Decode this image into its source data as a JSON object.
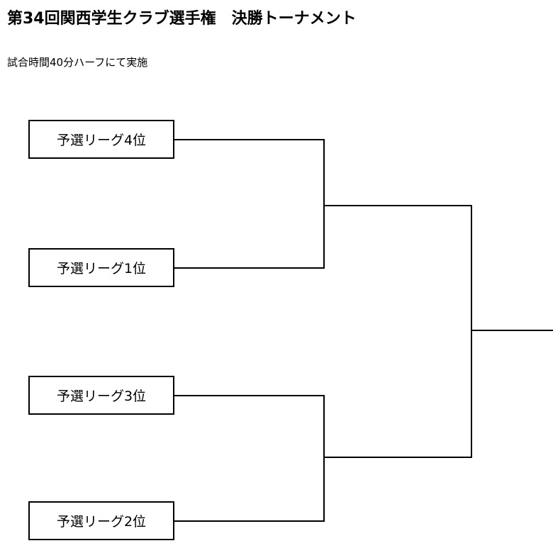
{
  "header": {
    "title": "第34回関西学生クラブ選手権　決勝トーナメント",
    "subtitle": "試合時間40分ハーフにて実施"
  },
  "bracket": {
    "entries": [
      {
        "label": "予選リーグ4位"
      },
      {
        "label": "予選リーグ1位"
      },
      {
        "label": "予選リーグ3位"
      },
      {
        "label": "予選リーグ2位"
      }
    ]
  },
  "colors": {
    "line": "#000000",
    "background": "#ffffff"
  }
}
